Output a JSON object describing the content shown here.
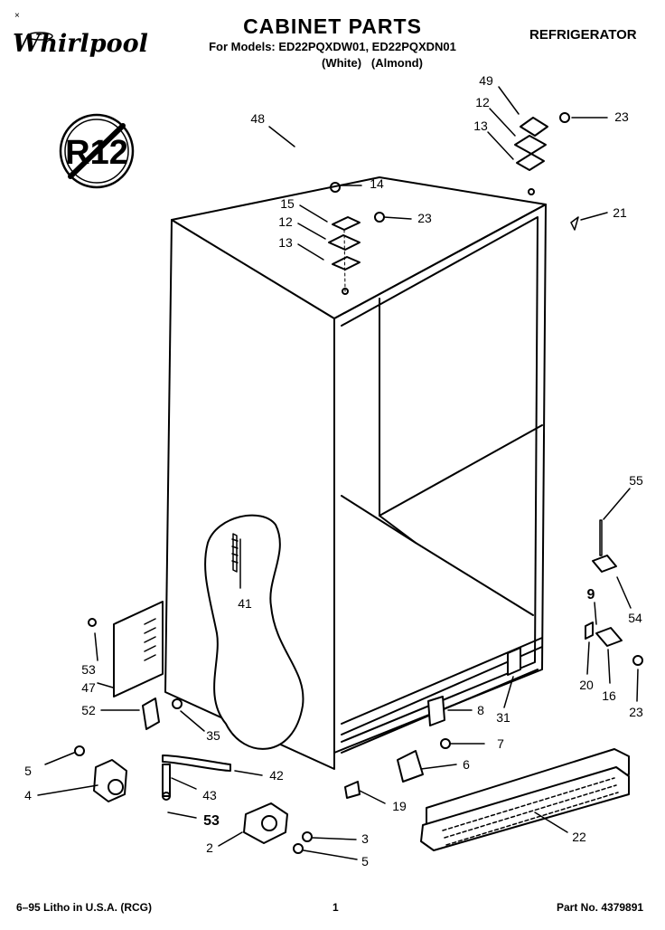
{
  "header": {
    "corner_mark": "×",
    "brand": "Whirlpool",
    "title": "CABINET PARTS",
    "models_line": "For Models: ED22PQXDW01, ED22PQXDN01",
    "color_white": "(White)",
    "color_almond": "(Almond)",
    "category": "REFRIGERATOR"
  },
  "badge": {
    "text": "R12"
  },
  "callouts": {
    "n48": "48",
    "n49": "49",
    "n12a": "12",
    "n13a": "13",
    "n23a": "23",
    "n21": "21",
    "n14": "14",
    "n15": "15",
    "n12b": "12",
    "n13b": "13",
    "n23b": "23",
    "n55": "55",
    "n54": "54",
    "n9": "9",
    "n20": "20",
    "n16": "16",
    "n23c": "23",
    "n41": "41",
    "n53a": "53",
    "n47": "47",
    "n52": "52",
    "n35": "35",
    "n8": "8",
    "n31": "31",
    "n7": "7",
    "n6": "6",
    "n5a": "5",
    "n4": "4",
    "n42": "42",
    "n43": "43",
    "n53b": "53",
    "n19": "19",
    "n22": "22",
    "n3": "3",
    "n2": "2",
    "n5b": "5"
  },
  "footer": {
    "left": "6–95 Litho in U.S.A. (RCG)",
    "page": "1",
    "part_no": "Part No. 4379891"
  }
}
